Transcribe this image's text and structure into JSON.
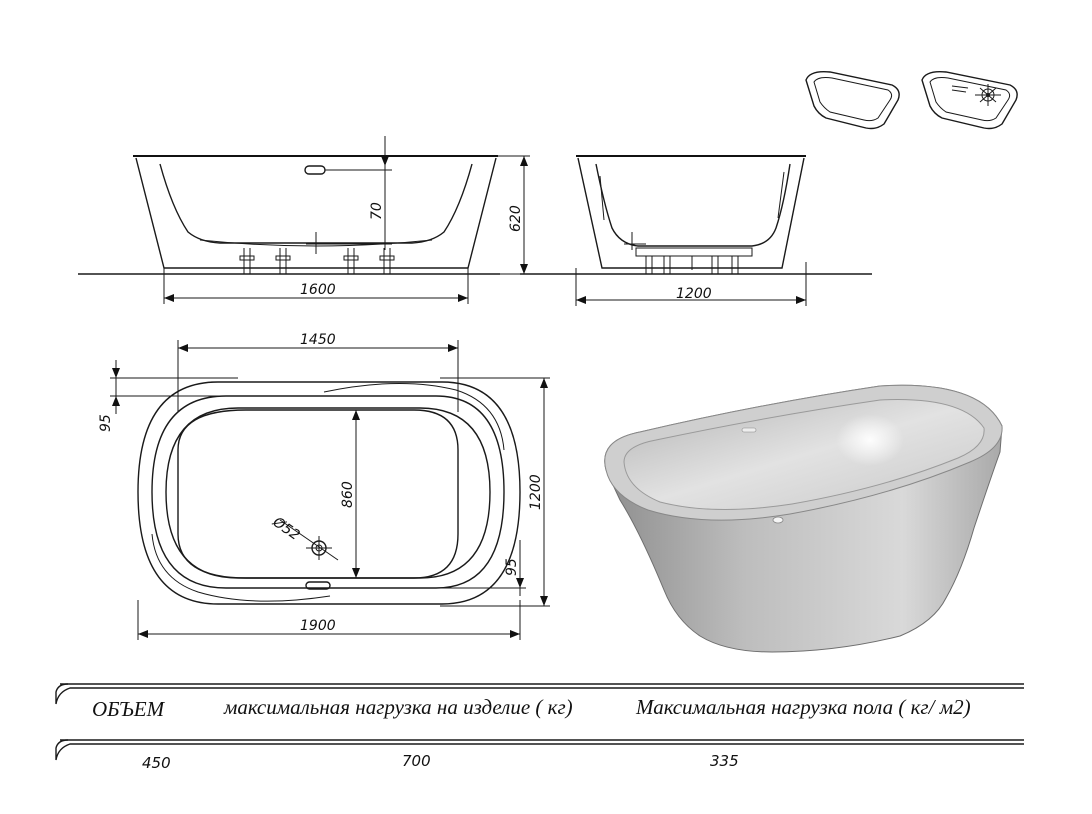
{
  "dimensions": {
    "front_length": "1600",
    "front_overflow_height": "70",
    "front_total_height": "620",
    "side_width": "1200",
    "top_inner_length": "1450",
    "top_rim_95_top": "95",
    "top_inner_width": "860",
    "top_outer_width": "1200",
    "top_drain_diameter": "Ø52",
    "top_rim_95_bottom": "95",
    "top_outer_length": "1900"
  },
  "table": {
    "headers": [
      "ОБЪЕМ",
      "максимальная нагрузка на изделие ( кг)",
      "Максимальная нагрузка пола ( кг/ м2)"
    ],
    "values": [
      "450",
      "700",
      "335"
    ]
  },
  "icons": [
    "bathtub-plain-icon",
    "bathtub-hydromassage-icon"
  ]
}
